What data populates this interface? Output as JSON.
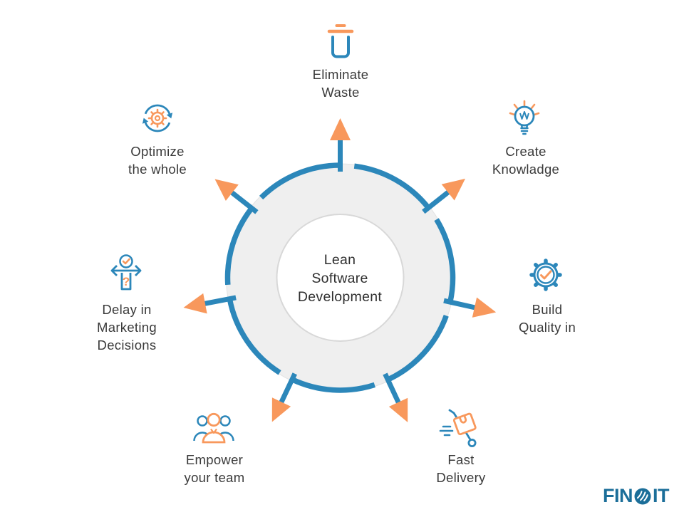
{
  "center": {
    "title_lines": [
      "Lean",
      "Software",
      "Development"
    ]
  },
  "principles": [
    {
      "id": "eliminate-waste",
      "icon": "trash-icon",
      "label_lines": [
        "Eliminate",
        "Waste"
      ]
    },
    {
      "id": "create-knowladge",
      "icon": "lightbulb-icon",
      "label_lines": [
        "Create",
        "Knowladge"
      ]
    },
    {
      "id": "build-quality-in",
      "icon": "gear-check-icon",
      "label_lines": [
        "Build",
        "Quality in"
      ]
    },
    {
      "id": "fast-delivery",
      "icon": "hand-truck-icon",
      "label_lines": [
        "Fast",
        "Delivery"
      ]
    },
    {
      "id": "empower-your-team",
      "icon": "team-icon",
      "label_lines": [
        "Empower",
        "your team"
      ]
    },
    {
      "id": "delay-in-marketing-decisions",
      "icon": "decision-signpost-icon",
      "label_lines": [
        "Delay in",
        "Marketing",
        "Decisions"
      ]
    },
    {
      "id": "optimize-the-whole",
      "icon": "refresh-gear-icon",
      "label_lines": [
        "Optimize",
        "the whole"
      ]
    }
  ],
  "logo": {
    "text_left": "FIN",
    "text_right": "IT"
  },
  "colors": {
    "blue": "#2C87BA",
    "orange": "#F8985C",
    "donut_gray": "#EFEFEF",
    "donut_edge": "#E2E2E2",
    "inner_border": "#D8D8D8",
    "text": "#3A3A3A",
    "logo_blue": "#1B6E99"
  }
}
